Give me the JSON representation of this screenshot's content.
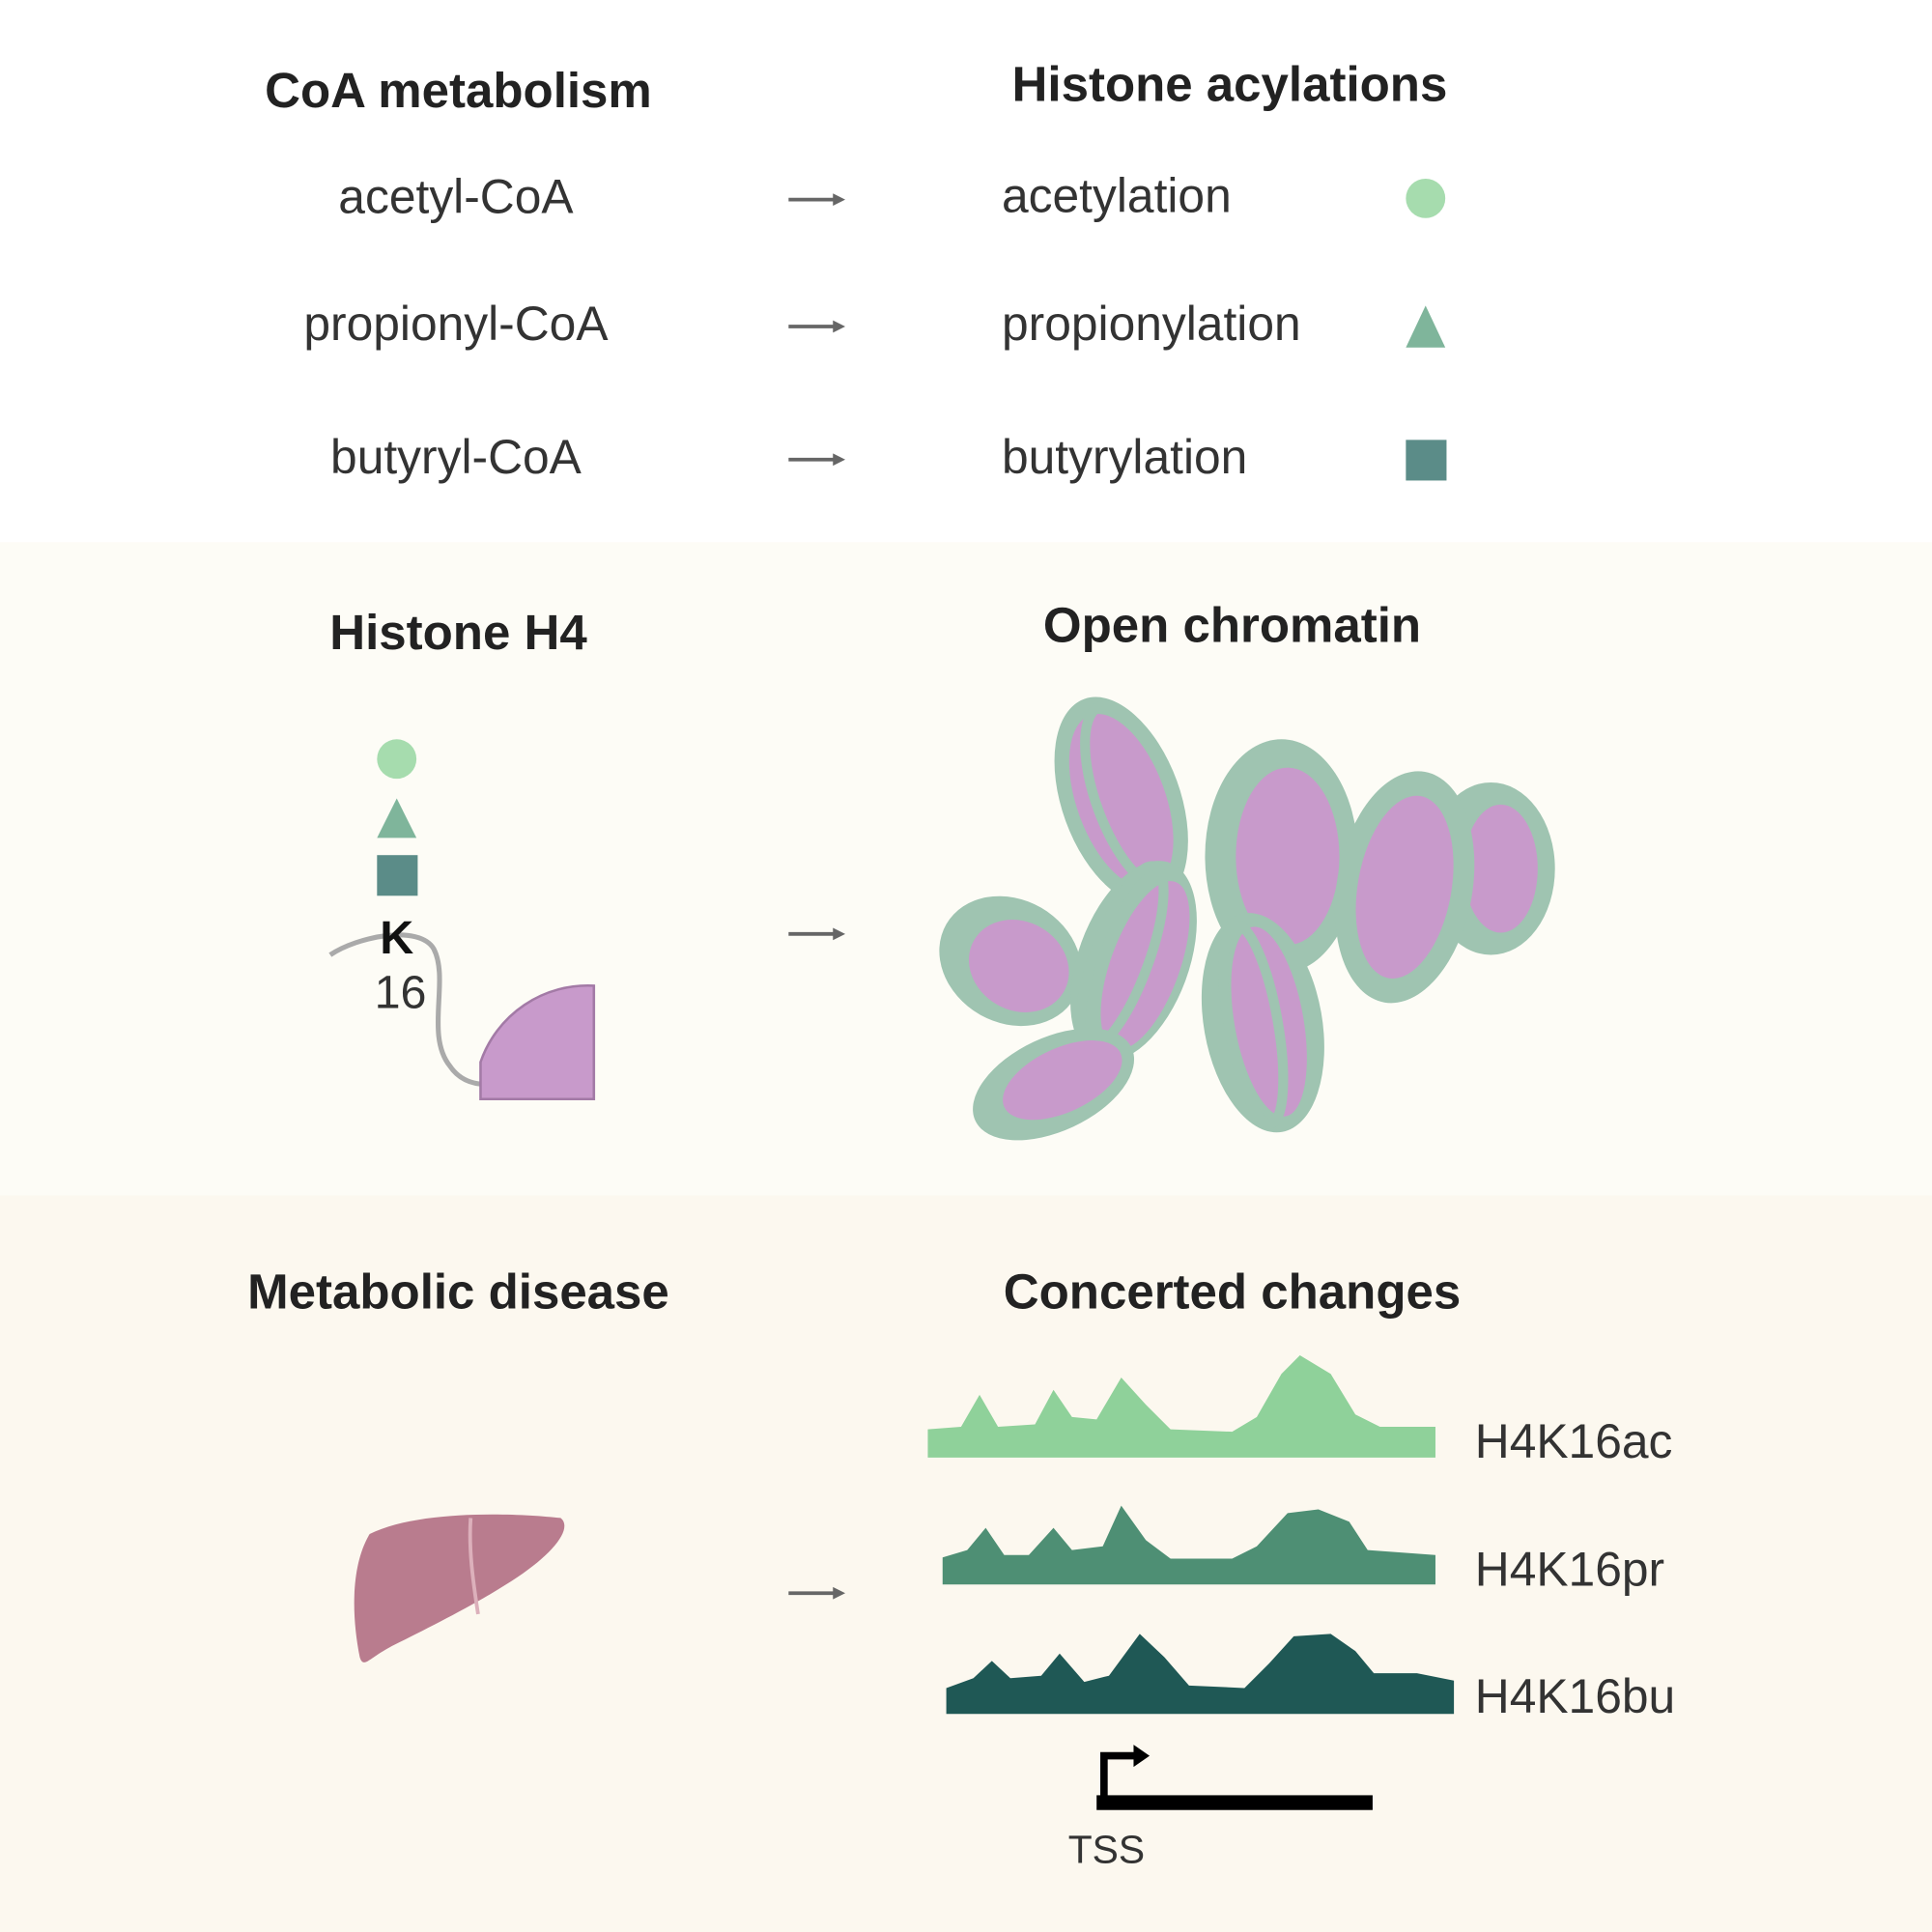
{
  "sections": {
    "coa_title": "CoA metabolism",
    "acyl_title": "Histone acylations",
    "h4_title": "Histone H4",
    "chromatin_title": "Open chromatin",
    "disease_title": "Metabolic disease",
    "changes_title": "Concerted changes"
  },
  "rows": [
    {
      "coa": "acetyl-CoA",
      "acylation": "acetylation",
      "symbol": "circle-icon",
      "color": "#a6dcae"
    },
    {
      "coa": "propionyl-CoA",
      "acylation": "propionylation",
      "symbol": "triangle-icon",
      "color": "#7fb59b"
    },
    {
      "coa": "butyryl-CoA",
      "acylation": "butyrylation",
      "symbol": "square-icon",
      "color": "#5b8c88"
    }
  ],
  "h4": {
    "residue": "K",
    "position": "16"
  },
  "tracks": [
    {
      "label": "H4K16ac",
      "color": "#8fd19a"
    },
    {
      "label": "H4K16pr",
      "color": "#4e8f74"
    },
    {
      "label": "H4K16bu",
      "color": "#1f5855"
    }
  ],
  "tss_label": "TSS",
  "colors": {
    "histone": "#c89acb",
    "dna": "#9fc4b1",
    "liver": "#b97c8e"
  }
}
